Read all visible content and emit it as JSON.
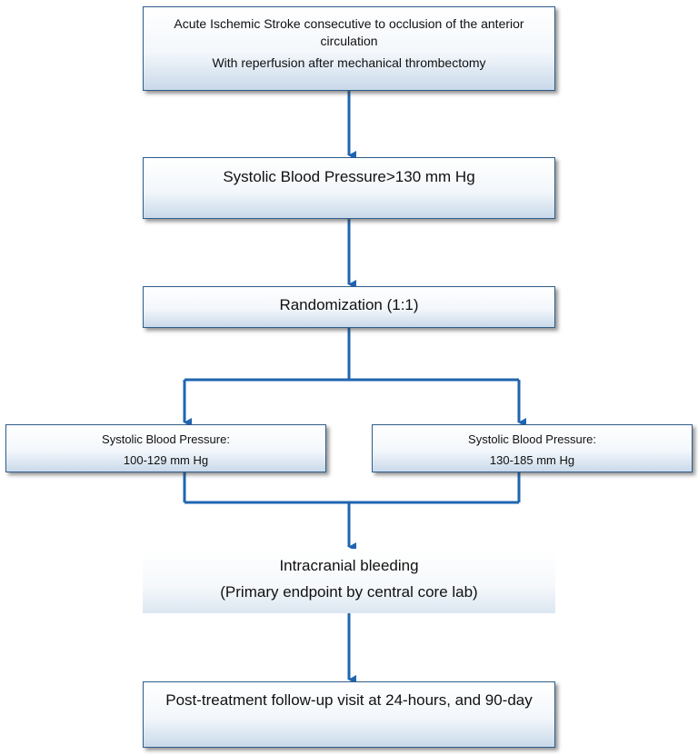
{
  "colors": {
    "connector": "#1f65b0",
    "box_border": "#2f5d8a",
    "box_gradient_bottom": "#c9d9ea"
  },
  "boxes": {
    "inclusion": {
      "line1": "Acute Ischemic Stroke consecutive to occlusion of the anterior",
      "line2": "circulation",
      "line3": "With reperfusion after mechanical thrombectomy"
    },
    "sbp_threshold": {
      "text": "Systolic Blood Pressure>130 mm Hg"
    },
    "randomization": {
      "text": "Randomization (1:1)"
    },
    "arm_low": {
      "line1": "Systolic Blood Pressure:",
      "line2": "100-129 mm Hg"
    },
    "arm_high": {
      "line1": "Systolic Blood Pressure:",
      "line2": "130-185 mm Hg"
    },
    "primary_endpoint": {
      "line1": "Intracranial bleeding",
      "line2": "(Primary endpoint by central core lab)"
    },
    "follow_up": {
      "text": "Post-treatment follow-up visit at 24-hours, and 90-day"
    }
  }
}
